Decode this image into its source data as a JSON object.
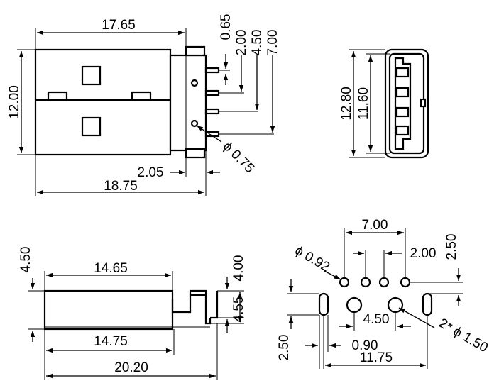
{
  "top_view": {
    "dims": {
      "width_17_65": "17.65",
      "pitch_0_65": "0.65",
      "pitch_2_00": "2.00",
      "pitch_4_50": "4.50",
      "pitch_7_00": "7.00",
      "height_12_00": "12.00",
      "tab_2_05": "2.05",
      "length_18_75": "18.75",
      "hole_0_75": "ϕ 0.75"
    }
  },
  "end_view": {
    "dims": {
      "outer_12_80": "12.80",
      "inner_11_60": "11.60"
    }
  },
  "side_view": {
    "dims": {
      "height_4_50": "4.50",
      "top_14_65": "14.65",
      "pin_4_00": "4.00",
      "pin_4_55": "4.55",
      "bottom_14_75": "14.75",
      "total_20_20": "20.20"
    }
  },
  "pcb_layout": {
    "dims": {
      "span_7_00": "7.00",
      "hole_0_92": "ϕ 0.92",
      "pitch_2_00": "2.00",
      "offset_2_50_right": "2.50",
      "peg_4_50": "4.50",
      "peg_1_50": "2* ϕ 1.50",
      "slot_2_50_left": "2.50",
      "slot_0_90": "0.90",
      "span_11_75": "11.75"
    }
  }
}
